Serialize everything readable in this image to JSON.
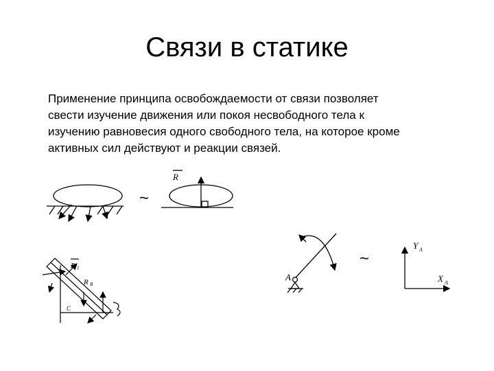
{
  "slide": {
    "title": "Связи в статике",
    "body": "Применение принципа освобождаемости от связи позволяет\nсвести изучение движения или покоя несвободного тела к\nизучению равновесия одного свободного тела, на которое кроме\nактивных сил действуют и реакции связей."
  },
  "figures": {
    "fig1_label": "R",
    "fig2_labels": {
      "r1": "R",
      "r1_sub": "1",
      "r2": "R",
      "r2_sub": "B",
      "c": "C"
    },
    "fig3_labels": {
      "a": "A",
      "ya": "Y",
      "ya_sub": "A",
      "xa": "X",
      "xa_sub": "A"
    },
    "equivalence_symbol": "~"
  }
}
